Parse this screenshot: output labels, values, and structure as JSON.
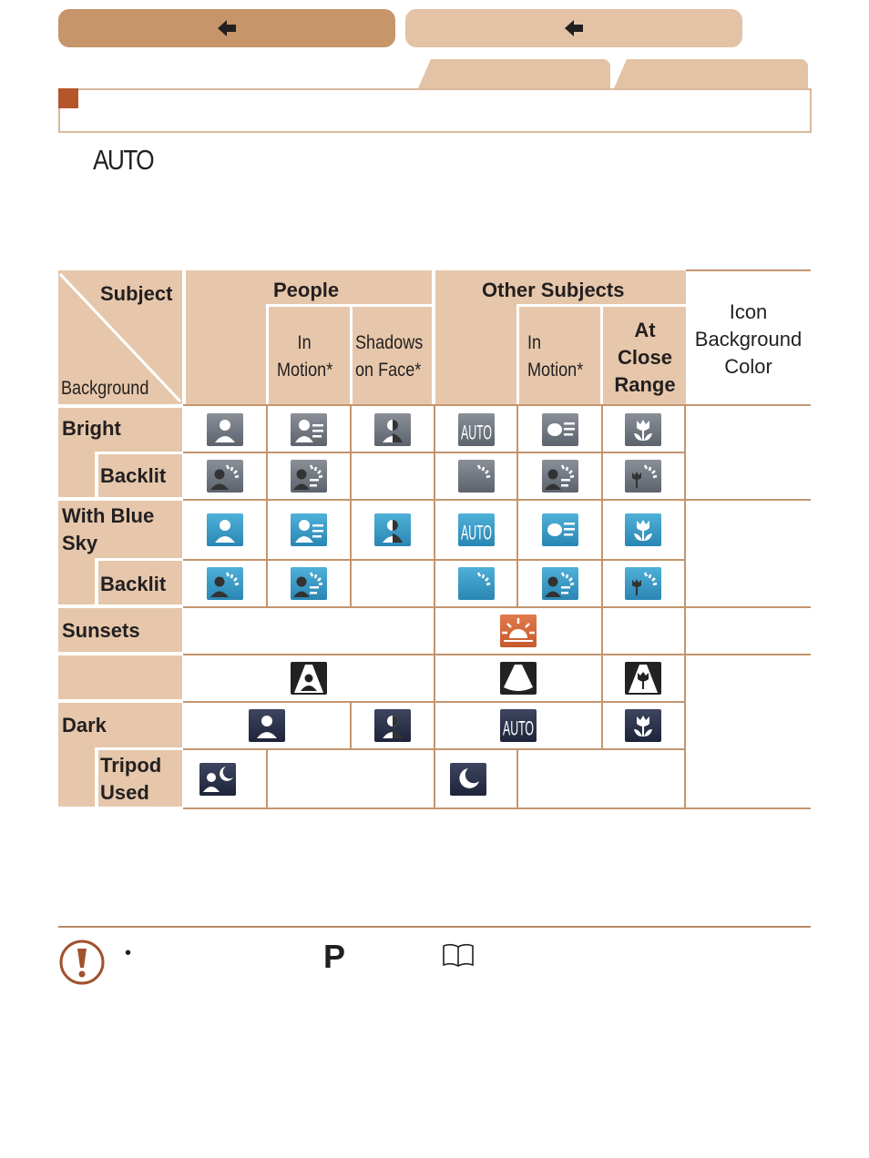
{
  "nav": {
    "prev_icon": "arrow-left-icon",
    "next_icon": "arrow-left-icon"
  },
  "section": {
    "mode_label": "AUTO"
  },
  "table": {
    "header": {
      "subject": "Subject",
      "background": "Background",
      "people": "People",
      "people_in_motion": "In Motion*",
      "people_shadows": "Shadows on Face*",
      "other": "Other Subjects",
      "other_in_motion": "In Motion*",
      "other_close": "At Close Range",
      "icon_bg_color": "Icon Background Color"
    },
    "rows": {
      "bright": "Bright",
      "backlit": "Backlit",
      "blue_sky": "With Blue Sky",
      "blue_backlit": "Backlit",
      "sunsets": "Sunsets",
      "dark": "Dark",
      "tripod": "Tripod Used"
    },
    "auto_icon_text": "AUTO"
  },
  "colors": {
    "gray": "#6f757e",
    "blue": "#3a9ccb",
    "dark": "#2a3148",
    "orange": "#d66b3c",
    "header": "#e6c7ab",
    "accent": "#b5562a"
  },
  "footer": {
    "bullet": "•",
    "p_mode": "P",
    "book_icon": "book-icon",
    "warning_icon": "caution-icon"
  }
}
